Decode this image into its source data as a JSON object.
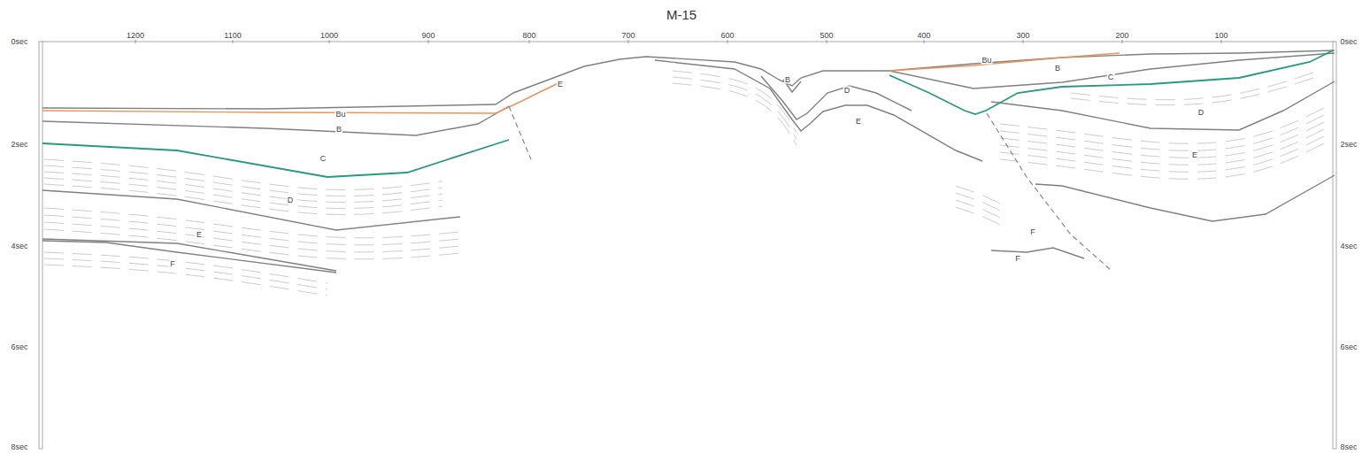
{
  "diagram": {
    "title": "M-15",
    "labels": [
      "1200",
      "1100",
      "1000",
      "900",
      "800",
      "700",
      "600",
      "500",
      "400",
      "300",
      "200",
      "100",
      "0sec",
      "2sec",
      "4sec",
      "6sec",
      "8sec",
      "0sec",
      "2sec",
      "4sec",
      "6sec",
      "8sec",
      "Bu",
      "B",
      "C",
      "D",
      "E",
      "F",
      "B",
      "E",
      "D",
      "E",
      "Bu",
      "B",
      "C",
      "D",
      "E",
      "F",
      "F"
    ]
  }
}
